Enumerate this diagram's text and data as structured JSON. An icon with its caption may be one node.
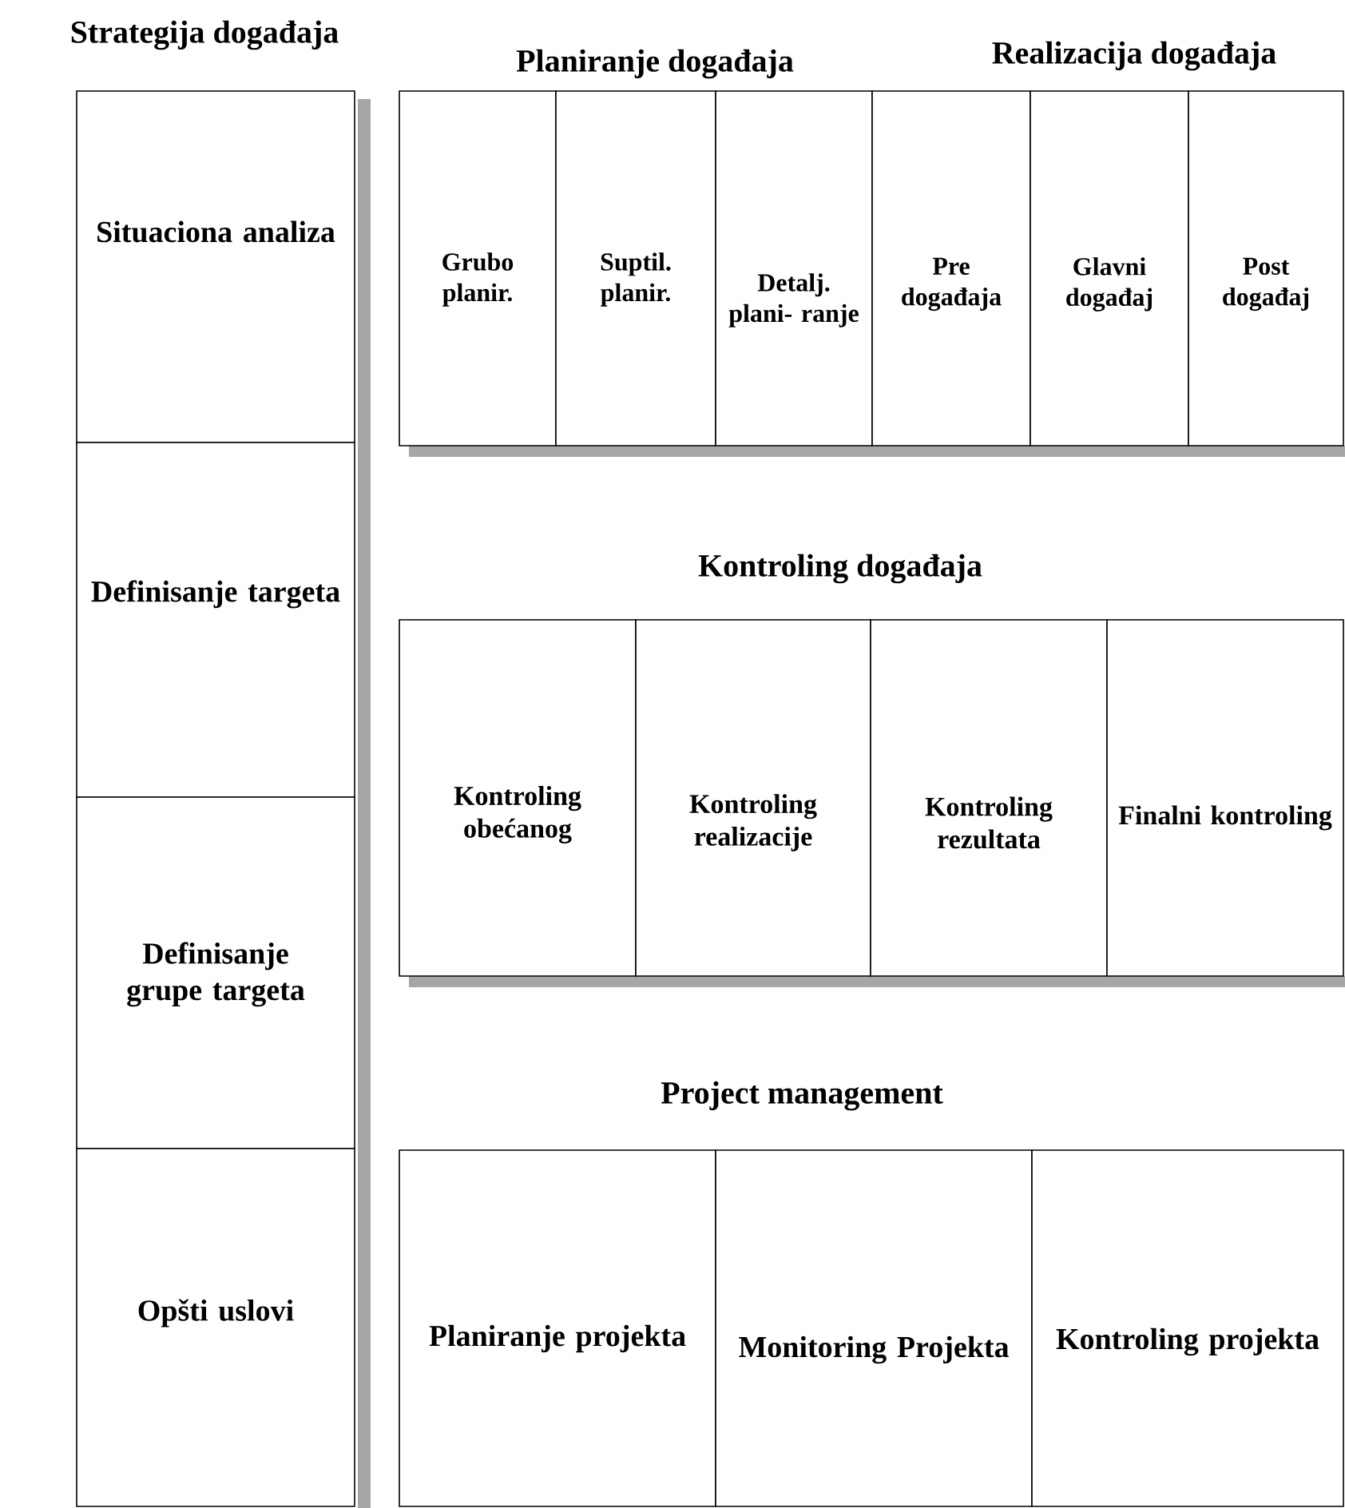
{
  "diagram": {
    "nodes": [
      {
        "text": [
          "Situaciona analiza"
        ]
      },
      {
        "text": [
          "Definisanje targeta"
        ]
      },
      {
        "text": [
          "Definisanje grupe targeta"
        ]
      },
      {
        "text": [
          "Opšti uslovi"
        ]
      },
      {
        "text": [
          "Grubo planir."
        ]
      },
      {
        "text": [
          "Suptil. planir."
        ]
      },
      {
        "text": [
          "Detalj. plani- ranje"
        ]
      },
      {
        "text": [
          "Pre događaja"
        ]
      },
      {
        "text": [
          "Glavni događaj"
        ]
      },
      {
        "text": [
          "Post događaj"
        ]
      },
      {
        "text": [
          "Kontroling obećanog"
        ]
      },
      {
        "text": [
          "Kontroling realizacije"
        ]
      },
      {
        "text": [
          "Kontroling rezultata"
        ]
      },
      {
        "text": [
          "Finalni kontroling"
        ]
      },
      {
        "text": [
          "Planiranje projekta"
        ]
      },
      {
        "text": [
          "Monitoring Projekta"
        ]
      },
      {
        "text": [
          "Kontroling projekta"
        ]
      }
    ],
    "labels": [
      "Strategija događaja",
      "Planiranje događaja",
      "Realizacija događaja",
      "Kontroling događaja",
      "Project management"
    ]
  }
}
